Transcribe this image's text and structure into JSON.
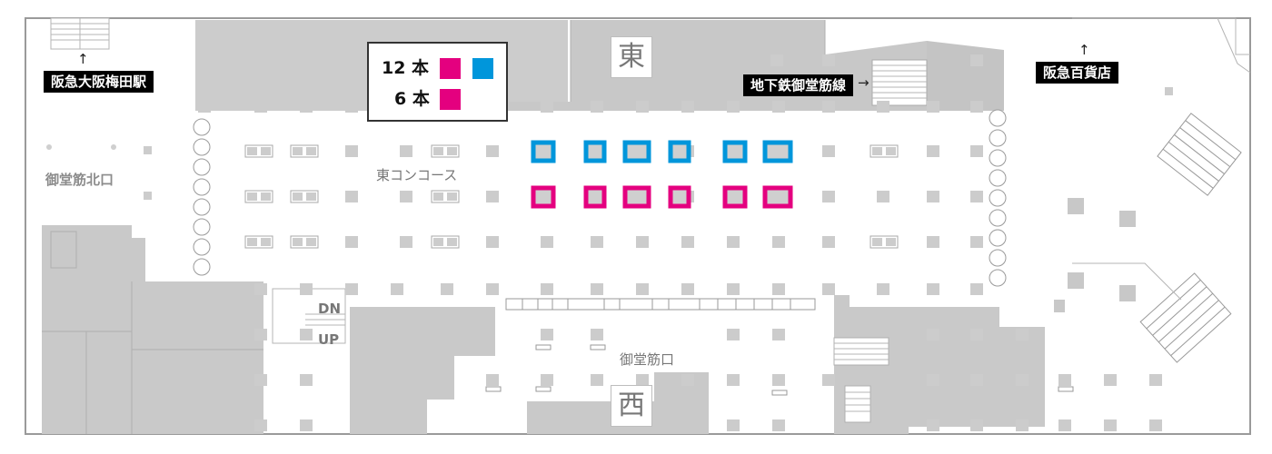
{
  "labels": {
    "hankyu_osaka_umeda": "阪急大阪梅田駅",
    "subway_midosuji": "地下鉄御堂筋線",
    "hankyu_dept": "阪急百貨店",
    "midosuji_north": "御堂筋北口",
    "east_concourse": "東コンコース",
    "midosuji_exit": "御堂筋口",
    "dn": "DN",
    "up": "UP",
    "east": "東",
    "west": "西"
  },
  "legend": {
    "row1": "12 本",
    "row2": "6 本"
  },
  "colors": {
    "magenta": "#e4007f",
    "cyan": "#0096db",
    "building": "#c9c9c9",
    "pillar": "#d0d0d0"
  },
  "glyphs": {
    "arrow_up": "↑",
    "arrow_right": "→"
  }
}
